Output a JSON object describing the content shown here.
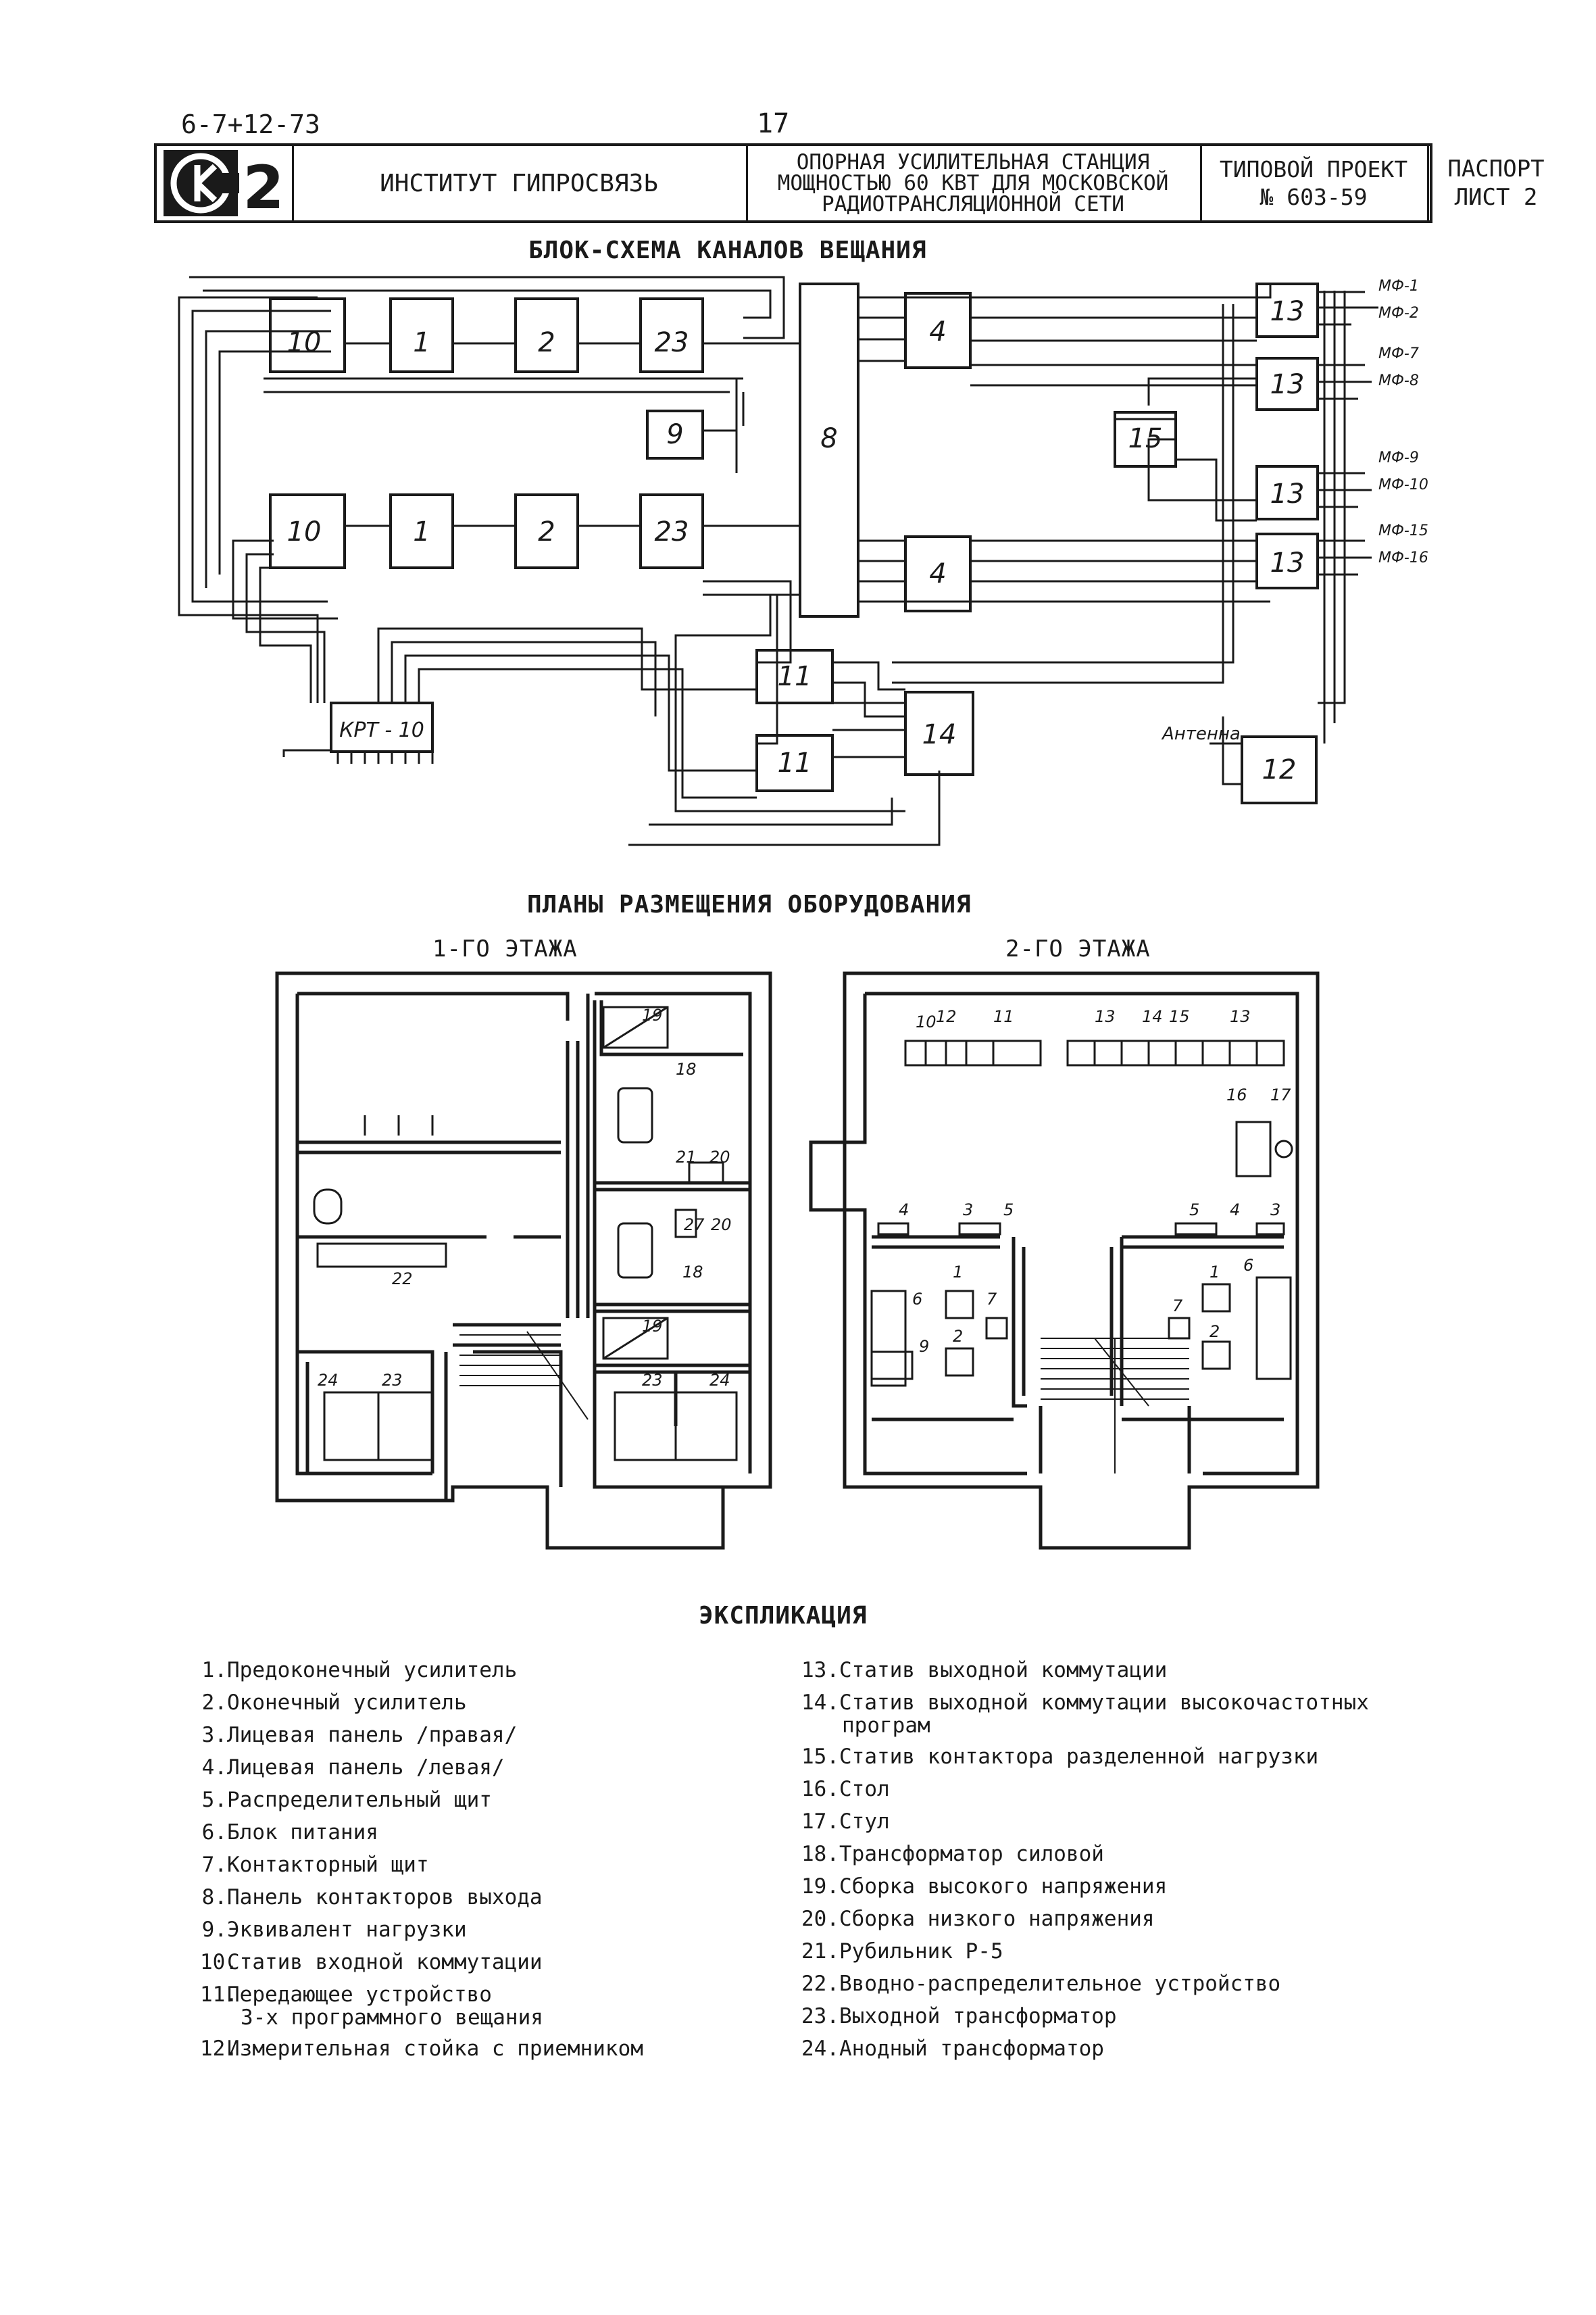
{
  "top_code": "6-7+12-73",
  "page_number": "17",
  "title_block": {
    "sheet_number": "2",
    "institute": "ИНСТИТУТ ГИПРОСВЯЗЬ",
    "object_lines": [
      "ОПОРНАЯ УСИЛИТЕЛЬНАЯ СТАНЦИЯ",
      "МОЩНОСТЬЮ 60 КВТ ДЛЯ МОСКОВСКОЙ",
      "РАДИОТРАНСЛЯЦИОННОЙ СЕТИ"
    ],
    "project_lines": [
      "ТИПОВОЙ ПРОЕКТ",
      "№ 603-59"
    ],
    "passport_lines": [
      "ПАСПОРТ",
      "ЛИСТ 2"
    ]
  },
  "block_diagram": {
    "heading": "БЛОК-СХЕМА КАНАЛОВ ВЕЩАНИЯ",
    "blocks": [
      "10",
      "1",
      "2",
      "23",
      "9",
      "8",
      "4",
      "15",
      "13",
      "КРТ - 10",
      "11",
      "14",
      "12"
    ],
    "outputs": [
      "МФ-1",
      "МФ-2",
      "МФ-7",
      "МФ-8",
      "МФ-9",
      "МФ-10",
      "МФ-15",
      "МФ-16"
    ],
    "antenna_label": "Антенна"
  },
  "plans": {
    "heading": "ПЛАНЫ РАЗМЕЩЕНИЯ ОБОРУДОВАНИЯ",
    "floor1_title": "1-ГО ЭТАЖА",
    "floor2_title": "2-ГО ЭТАЖА",
    "floor1_labels": [
      "19",
      "18",
      "21",
      "20",
      "27",
      "20",
      "18",
      "19",
      "22",
      "24",
      "23",
      "23",
      "24"
    ],
    "floor2_labels": [
      "10",
      "12",
      "11",
      "13",
      "14",
      "15",
      "13",
      "16",
      "17",
      "4",
      "3",
      "5",
      "5",
      "4",
      "3",
      "1",
      "6",
      "7",
      "2",
      "9",
      "1",
      "7",
      "2",
      "6"
    ]
  },
  "legend": {
    "heading": "ЭКСПЛИКАЦИЯ",
    "left": [
      {
        "num": "1.",
        "text": "Предоконечный усилитель"
      },
      {
        "num": "2.",
        "text": "Оконечный усилитель"
      },
      {
        "num": "3.",
        "text": "Лицевая панель /правая/"
      },
      {
        "num": "4.",
        "text": "Лицевая панель /левая/"
      },
      {
        "num": "5.",
        "text": "Распределительный щит"
      },
      {
        "num": "6.",
        "text": "Блок питания"
      },
      {
        "num": "7.",
        "text": "Контакторный щит"
      },
      {
        "num": "8.",
        "text": "Панель контакторов выхода"
      },
      {
        "num": "9.",
        "text": "Эквивалент нагрузки"
      },
      {
        "num": "10.",
        "text": "Статив входной коммутации"
      },
      {
        "num": "11.",
        "text": "Передающее устройство",
        "text2": "3-х программного вещания"
      },
      {
        "num": "12.",
        "text": "Измерительная стойка с приемником"
      }
    ],
    "right": [
      {
        "num": "13.",
        "text": "Статив выходной коммутации"
      },
      {
        "num": "14.",
        "text": "Статив выходной коммутации высокочастотных",
        "text2": "програм"
      },
      {
        "num": "15.",
        "text": "Статив контактора разделенной нагрузки"
      },
      {
        "num": "16.",
        "text": "Стол"
      },
      {
        "num": "17.",
        "text": "Стул"
      },
      {
        "num": "18.",
        "text": "Трансформатор силовой"
      },
      {
        "num": "19.",
        "text": "Сборка высокого напряжения"
      },
      {
        "num": "20.",
        "text": "Сборка низкого напряжения"
      },
      {
        "num": "21.",
        "text": "Рубильник Р-5"
      },
      {
        "num": "22.",
        "text": "Вводно-распределительное устройство"
      },
      {
        "num": "23.",
        "text": "Выходной трансформатор"
      },
      {
        "num": "24.",
        "text": "Анодный трансформатор"
      }
    ]
  },
  "colors": {
    "ink": "#1a1a1a",
    "paper": "#ffffff"
  }
}
